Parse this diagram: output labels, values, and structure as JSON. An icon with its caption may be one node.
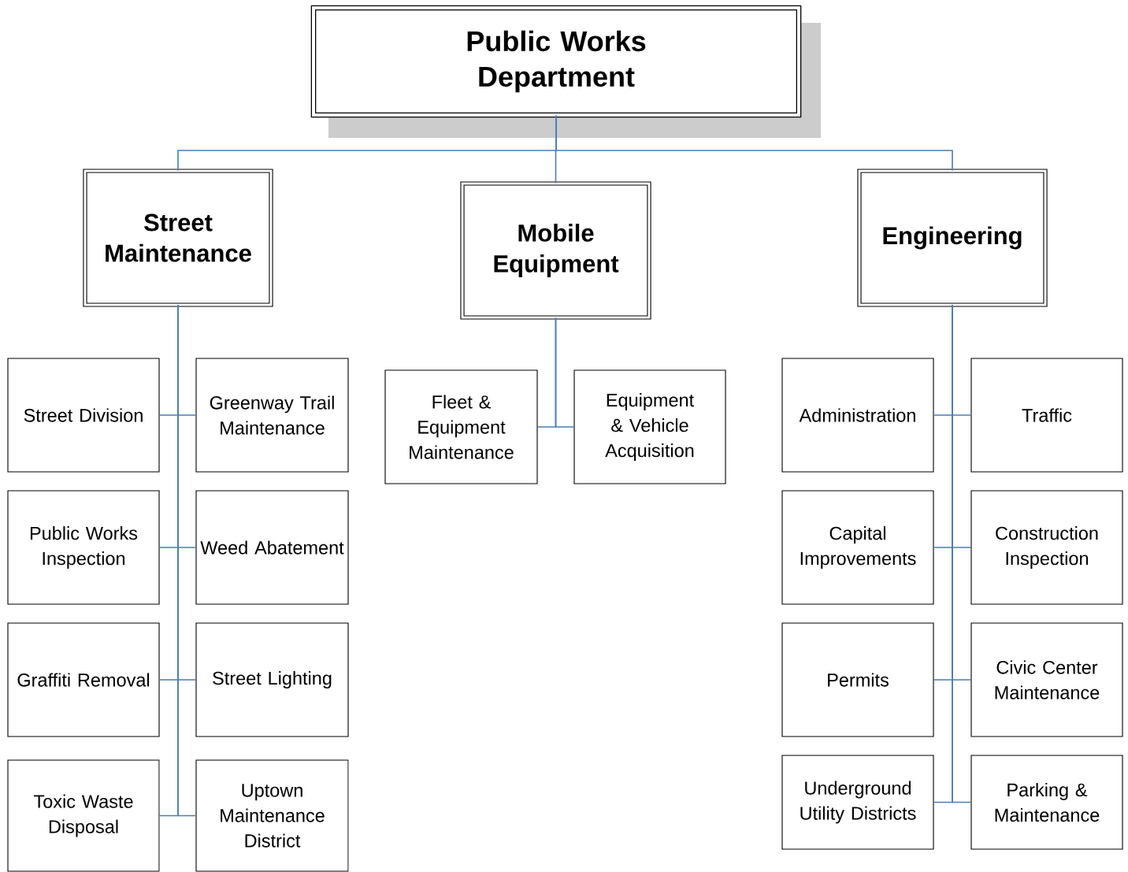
{
  "diagram": {
    "nodes": [
      {
        "text": [
          "Public Works Department"
        ]
      },
      {
        "text": [
          "Street Maintenance"
        ]
      },
      {
        "text": [
          "Mobile Equipment"
        ]
      },
      {
        "text": [
          "Engineering"
        ]
      },
      {
        "text": [
          "Street  Division"
        ]
      },
      {
        "text": [
          "Greenway Trail Maintenance"
        ]
      },
      {
        "text": [
          "Public Works Inspection"
        ]
      },
      {
        "text": [
          "Weed Abatement"
        ]
      },
      {
        "text": [
          "Graffiti Removal"
        ]
      },
      {
        "text": [
          "Street Lighting"
        ]
      },
      {
        "text": [
          "Toxic Waste Disposal"
        ]
      },
      {
        "text": [
          "Uptown Maintenance District"
        ]
      },
      {
        "text": [
          "Fleet & Equipment Maintenance"
        ]
      },
      {
        "text": [
          "Equipment & Vehicle Acquisition"
        ]
      },
      {
        "text": [
          "Administration"
        ]
      },
      {
        "text": [
          "Traffic"
        ]
      },
      {
        "text": [
          "Capital Improvements"
        ]
      },
      {
        "text": [
          "Construction Inspection"
        ]
      },
      {
        "text": [
          "Permits"
        ]
      },
      {
        "text": [
          "Civic Center Maintenance"
        ]
      },
      {
        "text": [
          "Underground Utility Districts"
        ]
      },
      {
        "text": [
          "Parking & Maintenance"
        ]
      }
    ],
    "edges": [
      {
        "from": 0,
        "to": 1,
        "arrow": "none"
      },
      {
        "from": 0,
        "to": 2,
        "arrow": "none"
      },
      {
        "from": 0,
        "to": 3,
        "arrow": "none"
      },
      {
        "from": 1,
        "to": 4,
        "arrow": "none"
      },
      {
        "from": 1,
        "to": 5,
        "arrow": "none"
      },
      {
        "from": 1,
        "to": 6,
        "arrow": "none"
      },
      {
        "from": 1,
        "to": 7,
        "arrow": "none"
      },
      {
        "from": 1,
        "to": 8,
        "arrow": "none"
      },
      {
        "from": 1,
        "to": 9,
        "arrow": "none"
      },
      {
        "from": 1,
        "to": 10,
        "arrow": "none"
      },
      {
        "from": 1,
        "to": 11,
        "arrow": "none"
      },
      {
        "from": 2,
        "to": 12,
        "arrow": "none"
      },
      {
        "from": 2,
        "to": 13,
        "arrow": "none"
      },
      {
        "from": 3,
        "to": 14,
        "arrow": "none"
      },
      {
        "from": 3,
        "to": 15,
        "arrow": "none"
      },
      {
        "from": 3,
        "to": 16,
        "arrow": "none"
      },
      {
        "from": 3,
        "to": 17,
        "arrow": "none"
      },
      {
        "from": 3,
        "to": 18,
        "arrow": "none"
      },
      {
        "from": 3,
        "to": 19,
        "arrow": "none"
      },
      {
        "from": 3,
        "to": 20,
        "arrow": "none"
      },
      {
        "from": 3,
        "to": 21,
        "arrow": "none"
      }
    ]
  }
}
